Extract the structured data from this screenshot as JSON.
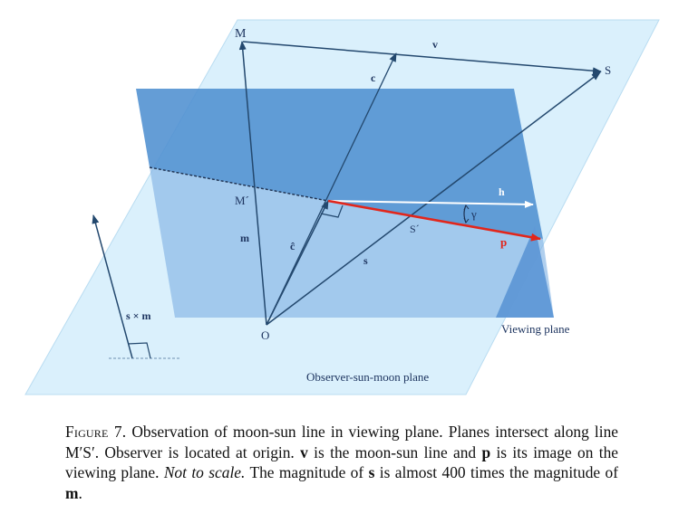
{
  "figure": {
    "labels": {
      "M": "M",
      "S": "S",
      "O": "O",
      "M_prime": "M´",
      "S_prime": "S´",
      "v": "v",
      "c": "c",
      "c_hat": "ĉ",
      "m": "m",
      "s": "s",
      "h": "h",
      "p": "p",
      "gamma": "γ",
      "s_cross_m": "s × m",
      "viewing_plane": "Viewing plane",
      "observer_plane": "Observer-sun-moon plane"
    },
    "colors": {
      "observer_plane": "#daf0fc",
      "viewing_plane": "#4f8fd0",
      "vector": "#23486e",
      "p_vector": "#e2261b",
      "h_vector": "#ffffff"
    }
  },
  "caption": {
    "label": "Figure 7.",
    "text1": " Observation of moon-sun line in viewing plane. Planes intersect along line M′S′. Observer is located at origin. ",
    "v": "v",
    "text2": " is the moon-sun line and ",
    "p": "p",
    "text3": " is its image on the viewing plane. ",
    "italic": "Not to scale.",
    "text4": " The magnitude of ",
    "s": "s",
    "text5": " is almost 400 times the magnitude of ",
    "m": "m",
    "text6": "."
  }
}
